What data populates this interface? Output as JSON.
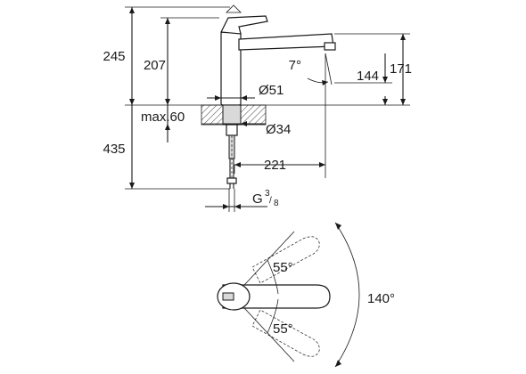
{
  "dimensions": {
    "total_height": "245",
    "body_height": "207",
    "spout_angle": "7°",
    "spout_outlet_height": "144",
    "spout_height": "171",
    "body_diameter": "Ø51",
    "max_thickness": "max.60",
    "hole_diameter": "Ø34",
    "below_height": "435",
    "reach": "221",
    "connection_g": "G",
    "connection_num": "3",
    "connection_den": "8"
  },
  "plan_view": {
    "angle_upper": "55°",
    "angle_lower": "55°",
    "swivel_range": "140°"
  }
}
